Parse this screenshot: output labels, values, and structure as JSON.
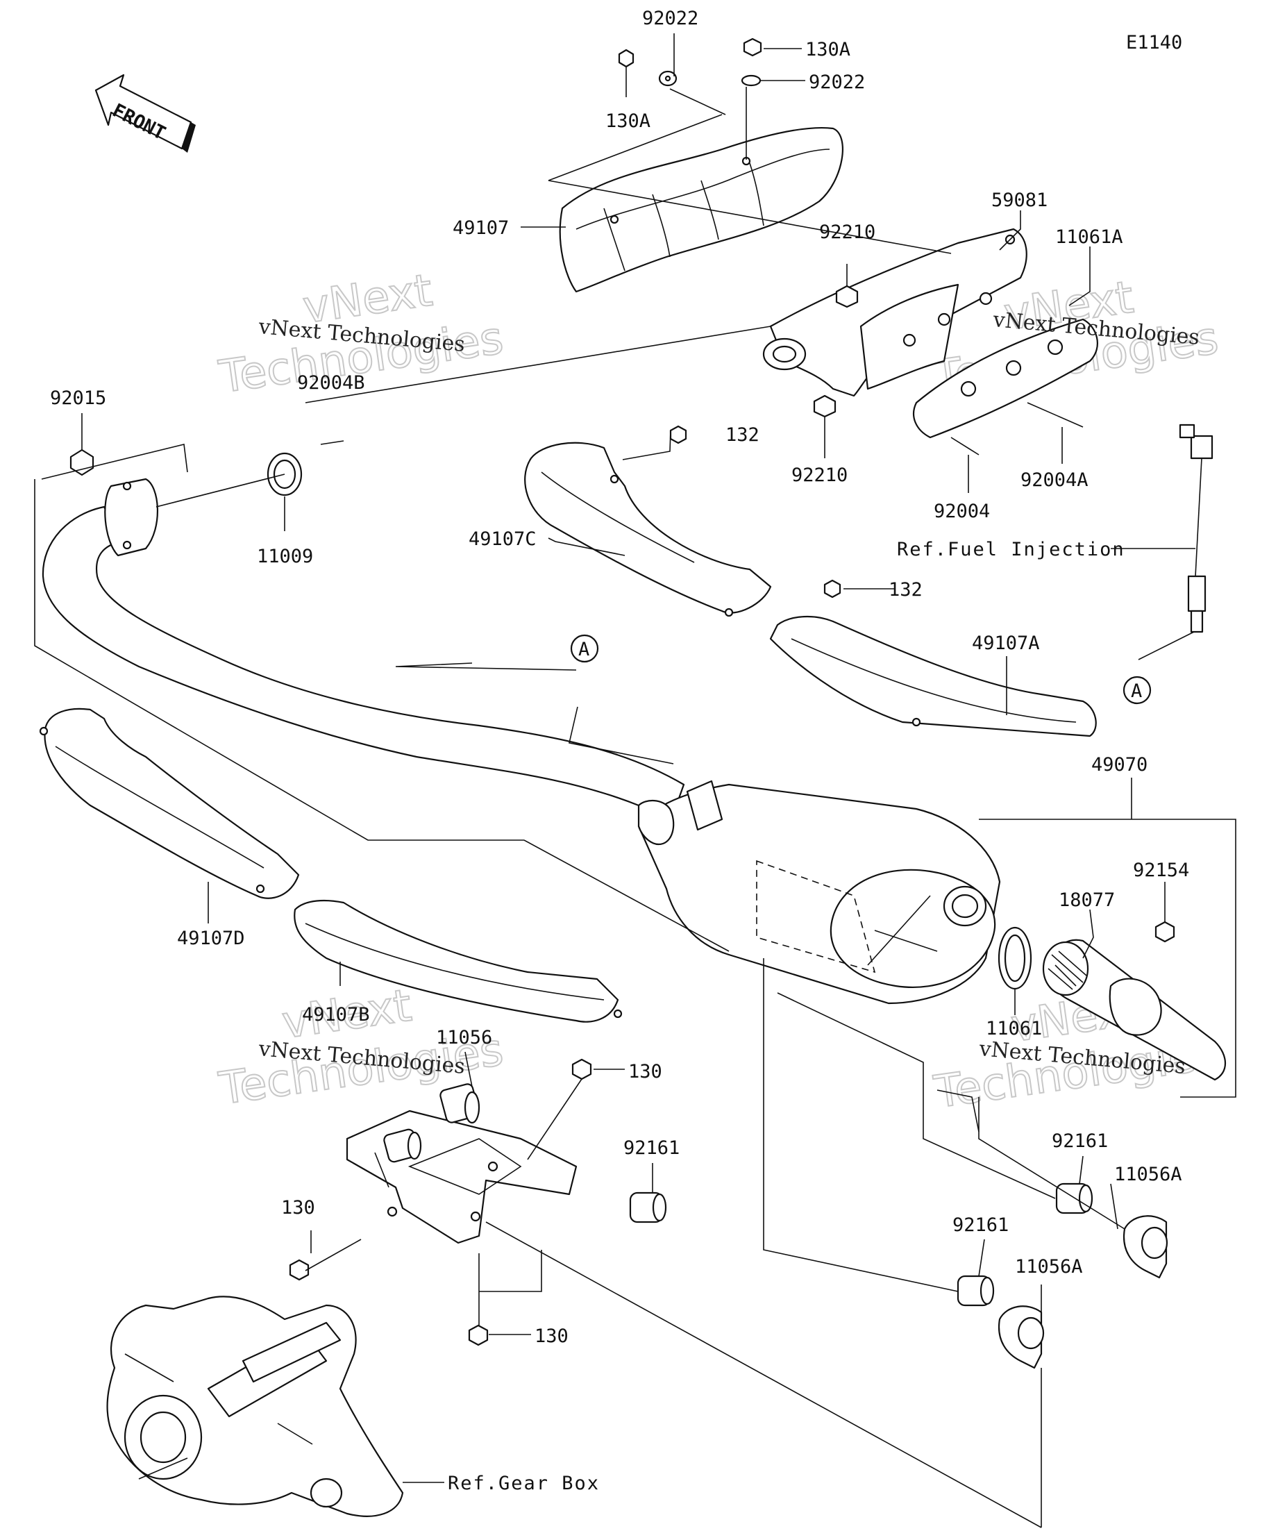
{
  "diagram_code": "E1140",
  "front_label": "FRONT",
  "callouts": [
    {
      "id": "c-92022-top",
      "text": "92022"
    },
    {
      "id": "c-130A-top",
      "text": "130A"
    },
    {
      "id": "c-92022-mid",
      "text": "92022"
    },
    {
      "id": "c-130A-left",
      "text": "130A"
    },
    {
      "id": "c-49107",
      "text": "49107"
    },
    {
      "id": "c-59081",
      "text": "59081"
    },
    {
      "id": "c-92210-top",
      "text": "92210"
    },
    {
      "id": "c-11061A",
      "text": "11061A"
    },
    {
      "id": "c-92015",
      "text": "92015"
    },
    {
      "id": "c-92004B",
      "text": "92004B"
    },
    {
      "id": "c-132-top",
      "text": "132"
    },
    {
      "id": "c-92210-bot",
      "text": "92210"
    },
    {
      "id": "c-92004A",
      "text": "92004A"
    },
    {
      "id": "c-92004",
      "text": "92004"
    },
    {
      "id": "c-11009",
      "text": "11009"
    },
    {
      "id": "c-49107C",
      "text": "49107C"
    },
    {
      "id": "c-132-mid",
      "text": "132"
    },
    {
      "id": "c-49107A",
      "text": "49107A"
    },
    {
      "id": "c-A-mid",
      "text": "A"
    },
    {
      "id": "c-A-right",
      "text": "A"
    },
    {
      "id": "c-49070",
      "text": "49070"
    },
    {
      "id": "c-92154",
      "text": "92154"
    },
    {
      "id": "c-18077",
      "text": "18077"
    },
    {
      "id": "c-49107D",
      "text": "49107D"
    },
    {
      "id": "c-49107B",
      "text": "49107B"
    },
    {
      "id": "c-11061",
      "text": "11061"
    },
    {
      "id": "c-11056",
      "text": "11056"
    },
    {
      "id": "c-130-top",
      "text": "130"
    },
    {
      "id": "c-92161-mid",
      "text": "92161"
    },
    {
      "id": "c-92161-right",
      "text": "92161"
    },
    {
      "id": "c-11056A-right",
      "text": "11056A"
    },
    {
      "id": "c-130-left",
      "text": "130"
    },
    {
      "id": "c-92161-low",
      "text": "92161"
    },
    {
      "id": "c-11056A-low",
      "text": "11056A"
    },
    {
      "id": "c-130-bot",
      "text": "130"
    }
  ],
  "references": {
    "fuel_injection": "Ref.Fuel Injection",
    "gear_box": "Ref.Gear Box"
  },
  "watermark": {
    "line1": "vNext Technologies",
    "outline_top": "vNext",
    "outline_bottom": "Technologies"
  }
}
